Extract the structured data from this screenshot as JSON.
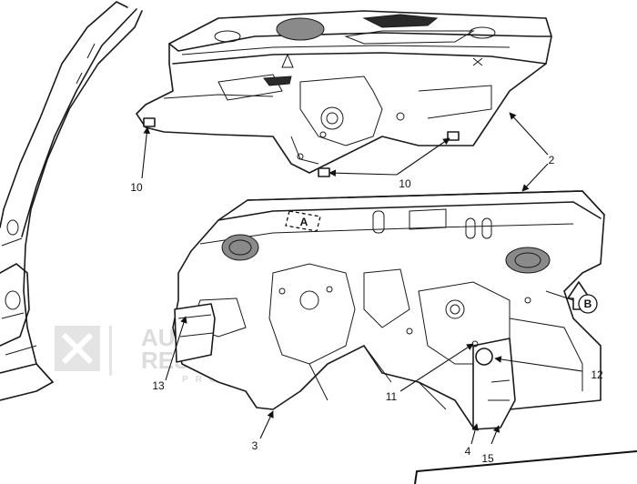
{
  "callouts": {
    "c10_left": "10",
    "c10_mid": "10",
    "c2": "2",
    "c13": "13",
    "c3": "3",
    "c11": "11",
    "c12": "12",
    "c4": "4",
    "c15": "15"
  },
  "view_markers": {
    "a": "A",
    "b": "B"
  },
  "watermark": {
    "line1": "AUTOMOTIVE",
    "line2": "RESTORATION",
    "line3": "PRODUCTS"
  }
}
